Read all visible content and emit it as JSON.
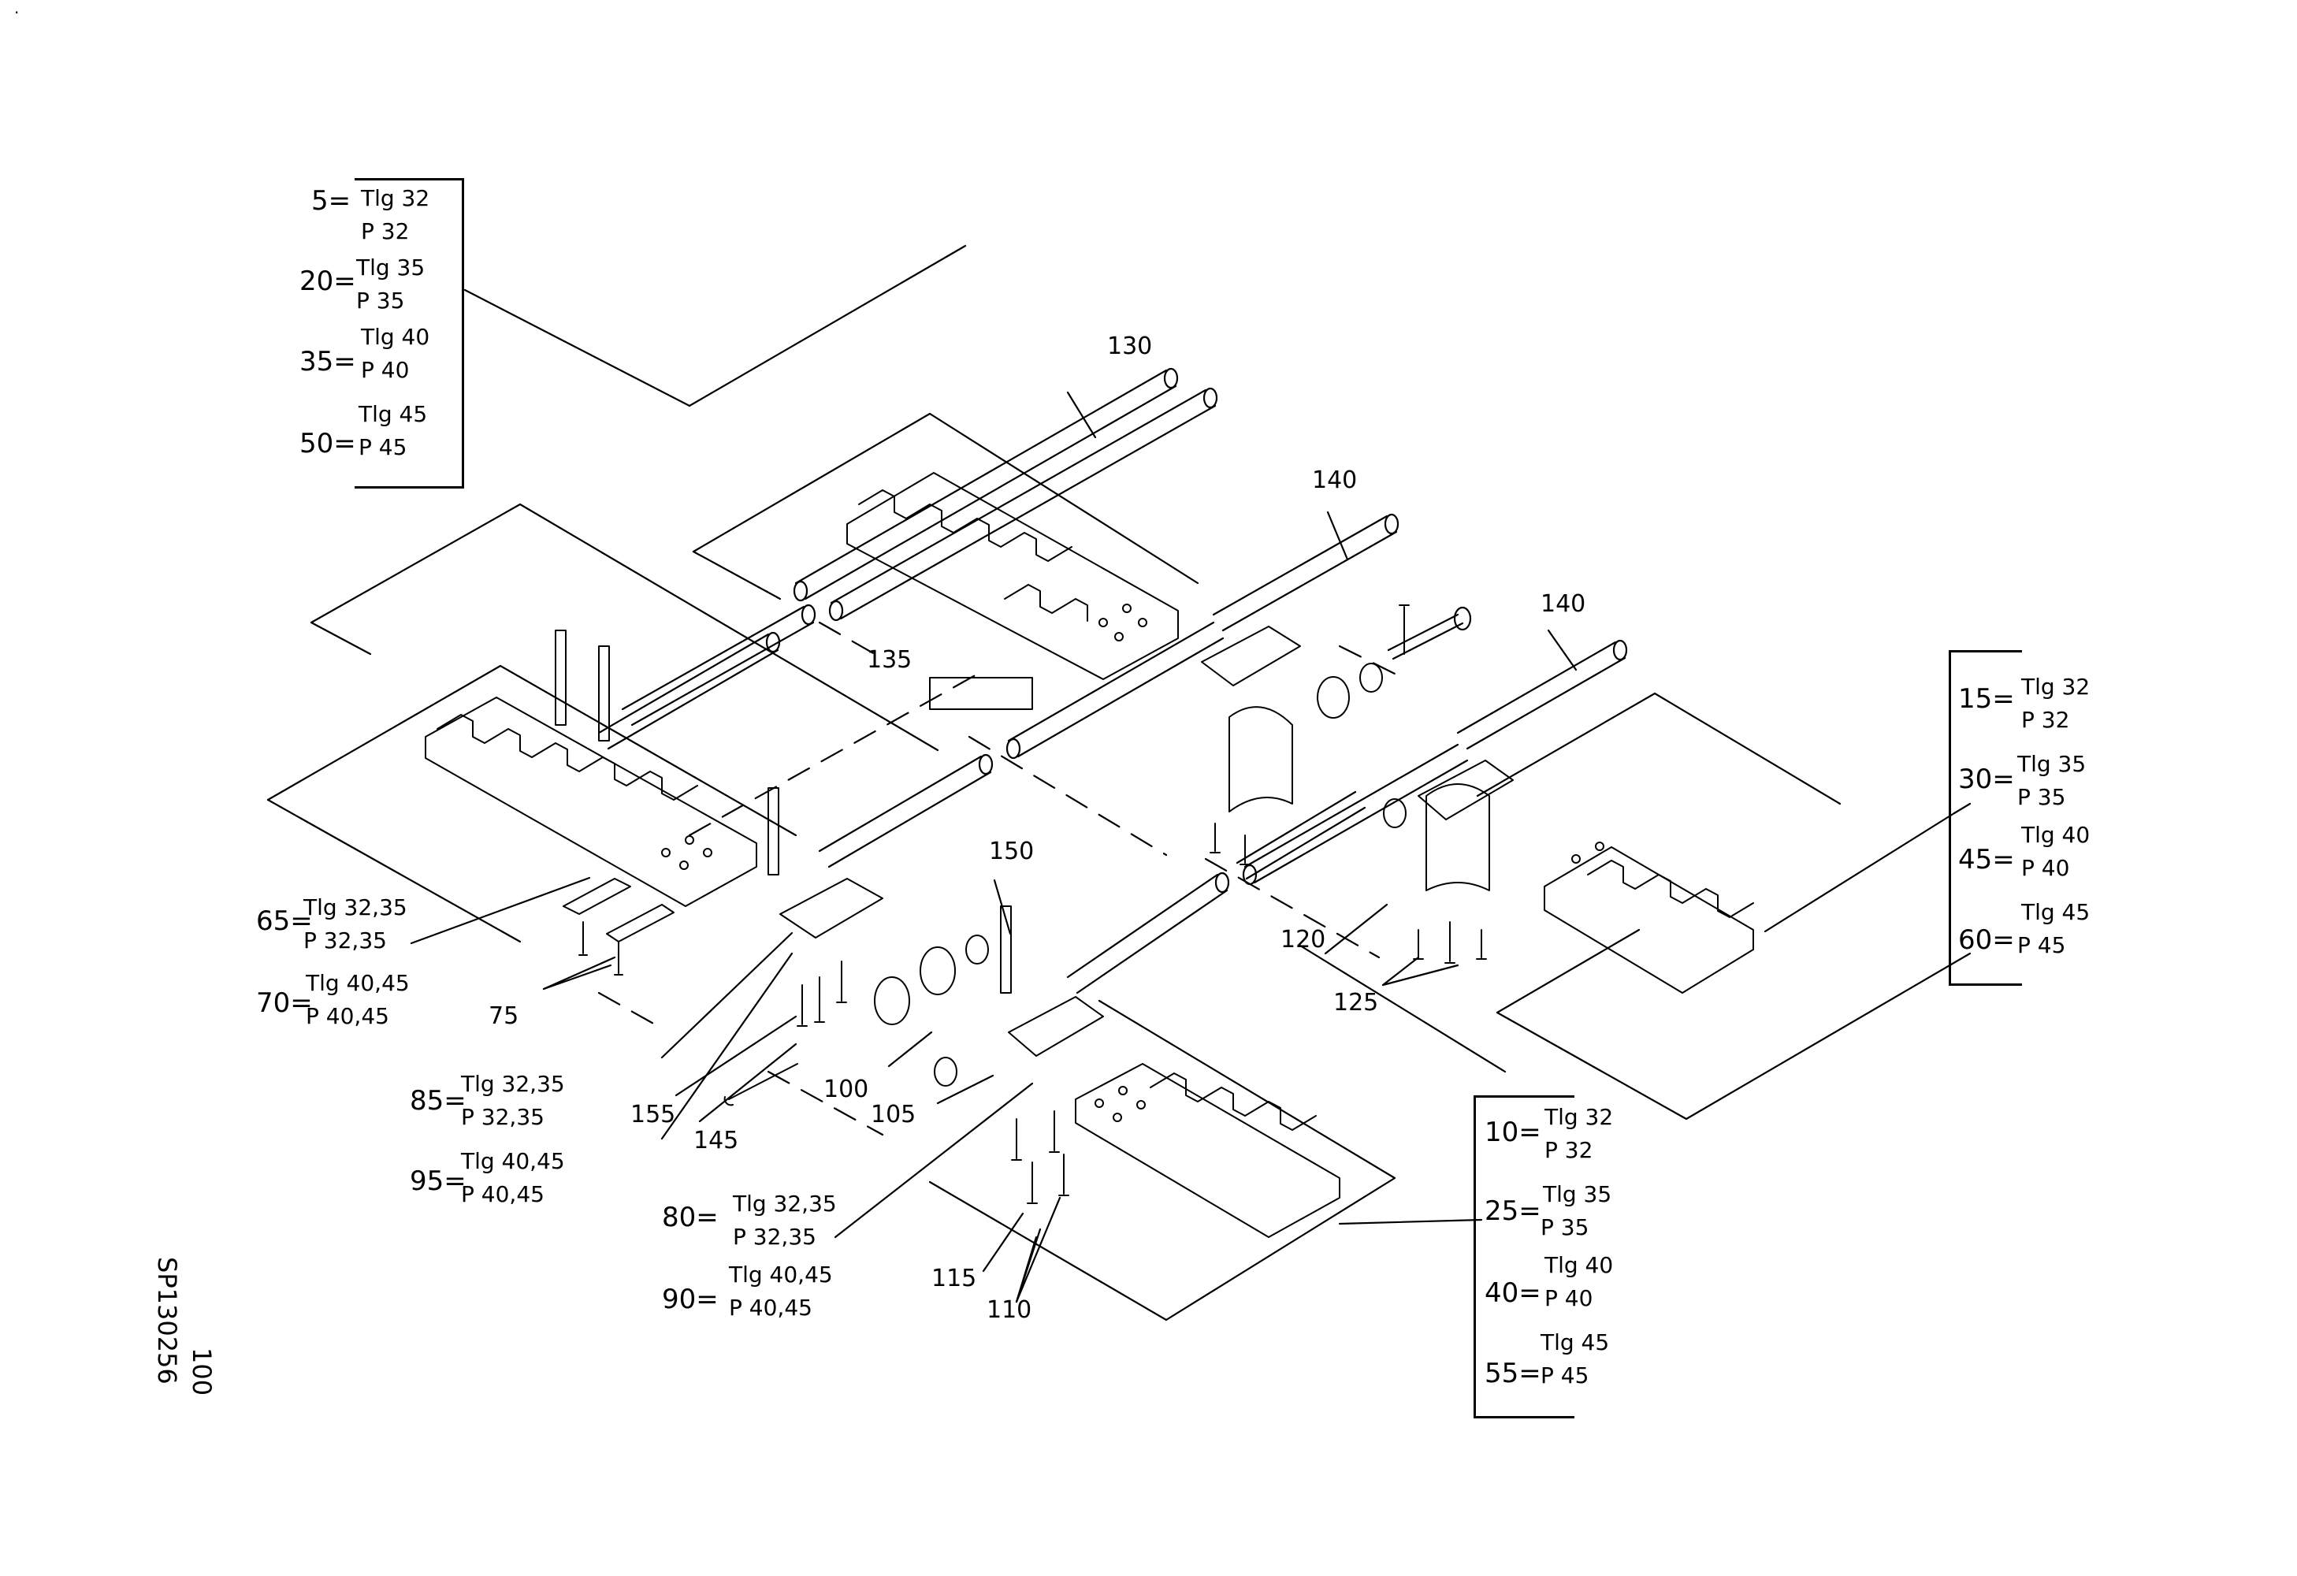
{
  "corner_mark": ".",
  "tables": {
    "top_left": [
      {
        "key": "5=",
        "l1": "Tlg 32",
        "l2": "P 32"
      },
      {
        "key": "20=",
        "l1": "Tlg 35",
        "l2": "P 35"
      },
      {
        "key": "35=",
        "l1": "Tlg 40",
        "l2": "P 40"
      },
      {
        "key": "50=",
        "l1": "Tlg 45",
        "l2": "P 45"
      }
    ],
    "right": [
      {
        "key": "15=",
        "l1": "Tlg 32",
        "l2": "P 32"
      },
      {
        "key": "30=",
        "l1": "Tlg 35",
        "l2": "P 35"
      },
      {
        "key": "45=",
        "l1": "Tlg 40",
        "l2": "P 40"
      },
      {
        "key": "60=",
        "l1": "Tlg 45",
        "l2": "P 45"
      }
    ],
    "bottom_right": [
      {
        "key": "10=",
        "l1": "Tlg 32",
        "l2": "P 32"
      },
      {
        "key": "25=",
        "l1": "Tlg 35",
        "l2": "P 35"
      },
      {
        "key": "40=",
        "l1": "Tlg 40",
        "l2": "P 40"
      },
      {
        "key": "55=",
        "l1": "Tlg 45",
        "l2": "P 45"
      }
    ]
  },
  "groups": [
    {
      "key": "65=",
      "l1": "Tlg 32,35",
      "l2": "P 32,35"
    },
    {
      "key": "70=",
      "l1": "Tlg 40,45",
      "l2": "P 40,45"
    },
    {
      "key": "85=",
      "l1": "Tlg 32,35",
      "l2": "P 32,35"
    },
    {
      "key": "95=",
      "l1": "Tlg 40,45",
      "l2": "P 40,45"
    },
    {
      "key": "80=",
      "l1": "Tlg 32,35",
      "l2": "P 32,35"
    },
    {
      "key": "90=",
      "l1": "Tlg 40,45",
      "l2": "P 40,45"
    }
  ],
  "callouts": {
    "c130": "130",
    "c140a": "140",
    "c140b": "140",
    "c135": "135",
    "c150": "150",
    "c120": "120",
    "c125": "125",
    "c75": "75",
    "c100": "100",
    "c105": "105",
    "c155": "155",
    "c145": "145",
    "c115": "115",
    "c110": "110"
  },
  "drawing_no": "SP130256",
  "sheet_no": "100"
}
